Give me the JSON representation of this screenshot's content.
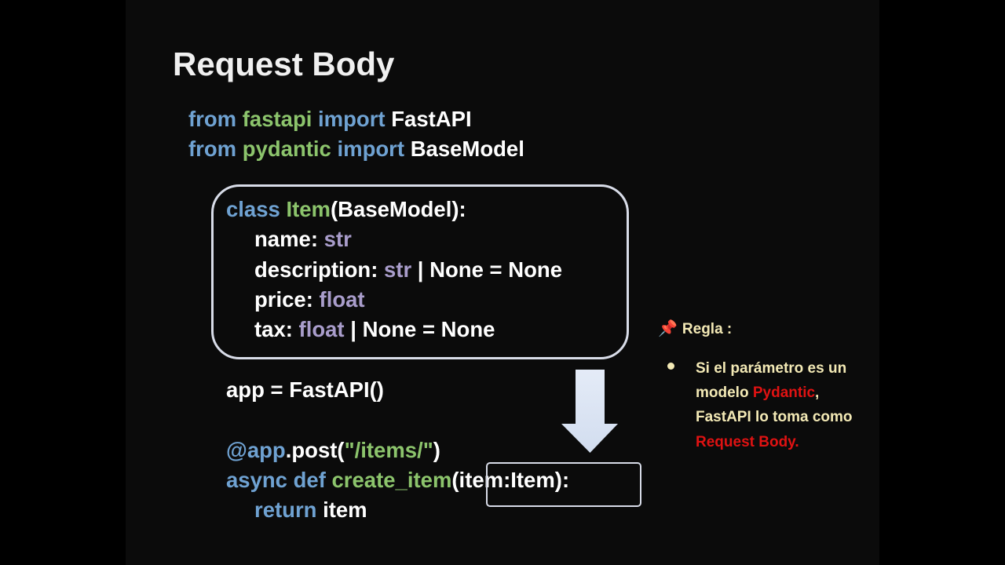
{
  "title": "Request Body",
  "code": {
    "import1": [
      "from",
      "fastapi",
      "import",
      "FastAPI"
    ],
    "import2": [
      "from",
      "pydantic",
      "import",
      "BaseModel"
    ],
    "class_line": [
      "class",
      "Item",
      "(BaseModel):"
    ],
    "fields": [
      {
        "name": "name: ",
        "type": "str",
        "rest": ""
      },
      {
        "name": "description: ",
        "type": "str",
        "rest": " | None = None"
      },
      {
        "name": "price: ",
        "type": "float",
        "rest": ""
      },
      {
        "name": "tax: ",
        "type": "float",
        "rest": " | None = None"
      }
    ],
    "app_line": "app = FastAPI()",
    "decorator": [
      "@app",
      ".post(",
      "\"/items/\"",
      ")"
    ],
    "def_line": [
      "async def",
      "create_item",
      "(item:Item):"
    ],
    "return_line": [
      "return",
      "item"
    ]
  },
  "colors": {
    "keyword": "#6fa2d2",
    "module": "#8cc46c",
    "type": "#a99dcb",
    "highlight": "#e01212",
    "rule_text": "#f3e9b5"
  },
  "rule": {
    "icon": "pushpin-icon",
    "pin": "📌",
    "heading": "Regla :",
    "text_parts": [
      "Si el parámetro es un modelo ",
      "Pydantic",
      ", FastAPI lo toma como ",
      "Request Body."
    ]
  }
}
